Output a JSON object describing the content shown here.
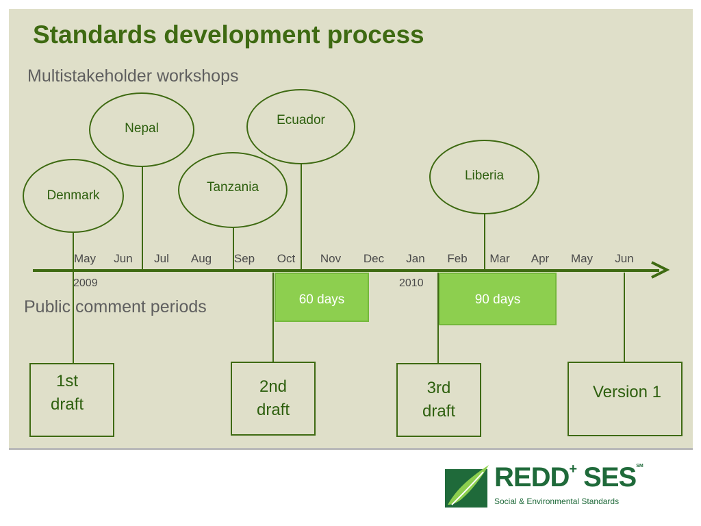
{
  "title": "Standards development process",
  "labels": {
    "workshops": "Multistakeholder workshops",
    "comment_periods": "Public comment periods"
  },
  "timeline": {
    "months": [
      "May",
      "Jun",
      "Jul",
      "Aug",
      "Sep",
      "Oct",
      "Nov",
      "Dec",
      "Jan",
      "Feb",
      "Mar",
      "Apr",
      "May",
      "Jun"
    ],
    "years": [
      "2009",
      "2010"
    ]
  },
  "workshops": [
    "Denmark",
    "Nepal",
    "Tanzania",
    "Ecuador",
    "Liberia"
  ],
  "comment_periods": [
    "60 days",
    "90 days"
  ],
  "drafts": [
    {
      "line1": "1st",
      "line2": "draft"
    },
    {
      "line1": "2nd",
      "line2": "draft"
    },
    {
      "line1": "3rd",
      "line2": "draft"
    },
    {
      "line1": "Version 1",
      "line2": ""
    }
  ],
  "logo": {
    "name": "REDD",
    "plus": "+",
    "ses": "SES",
    "sm": "SM",
    "tagline": "Social & Environmental Standards"
  },
  "colors": {
    "accent": "#3e6a12",
    "panel": "#dfdfc9",
    "comment_fill": "#8dcf4f",
    "logo_green": "#1f6a3a"
  }
}
